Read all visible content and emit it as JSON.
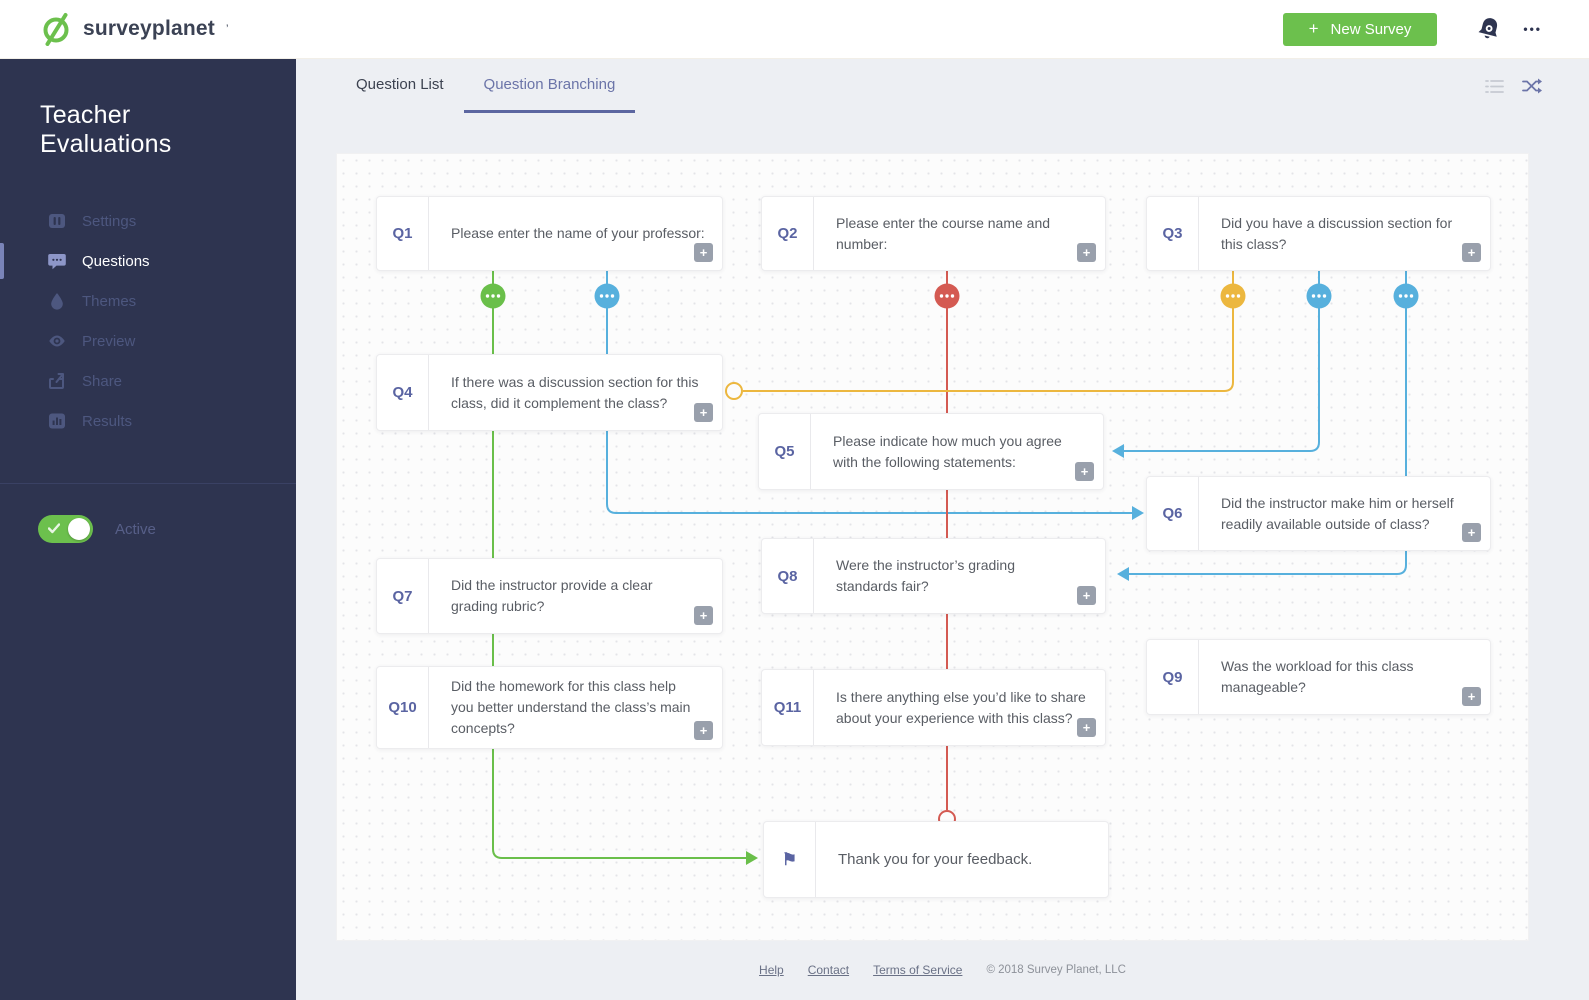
{
  "colors": {
    "green": "#6abf4a",
    "blue": "#57b0dd",
    "red": "#d45a52",
    "yellow": "#ecb73f",
    "indigo": "#5a64a2",
    "sidebar_bg": "#2e3450",
    "button_green": "#6cc04d"
  },
  "header": {
    "logo_text": "surveyplanet",
    "logo_mark": "’",
    "new_survey_plus": "+",
    "new_survey_label": "New Survey",
    "more_menu": "•••"
  },
  "sidebar": {
    "title": "Teacher Evaluations",
    "items": [
      {
        "label": "Settings"
      },
      {
        "label": "Questions"
      },
      {
        "label": "Themes"
      },
      {
        "label": "Preview"
      },
      {
        "label": "Share"
      },
      {
        "label": "Results"
      }
    ],
    "toggle": {
      "state": "on",
      "label": "Active"
    }
  },
  "tabs": {
    "question_list": "Question List",
    "question_branching": "Question Branching"
  },
  "canvas": {
    "add_button_label": "+",
    "cards": [
      {
        "id": "Q1",
        "text": "Please enter the name of your professor:"
      },
      {
        "id": "Q2",
        "text": "Please enter the course name and number:"
      },
      {
        "id": "Q3",
        "text": "Did you have a discussion section for this class?"
      },
      {
        "id": "Q4",
        "text": "If there was a discussion section for this class, did it complement the class?"
      },
      {
        "id": "Q5",
        "text": "Please indicate how much you agree with the following statements:"
      },
      {
        "id": "Q6",
        "text": "Did the instructor make him or herself readily available outside of class?"
      },
      {
        "id": "Q7",
        "text": "Did the instructor provide a clear grading rubric?"
      },
      {
        "id": "Q8",
        "text": "Were the instructor’s grading standards fair?"
      },
      {
        "id": "Q9",
        "text": "Was the workload for this class manageable?"
      },
      {
        "id": "Q10",
        "text": "Did the homework for this class help you better understand the class’s main concepts?"
      },
      {
        "id": "Q11",
        "text": "Is there anything else you’d like to share about your experience with this class?"
      }
    ],
    "end_card": {
      "text": "Thank you for your feedback.",
      "flag": "⚑"
    }
  },
  "footer": {
    "links": [
      {
        "label": "Help"
      },
      {
        "label": "Contact"
      },
      {
        "label": "Terms of Service"
      }
    ],
    "copyright": "© 2018 Survey Planet, LLC"
  }
}
